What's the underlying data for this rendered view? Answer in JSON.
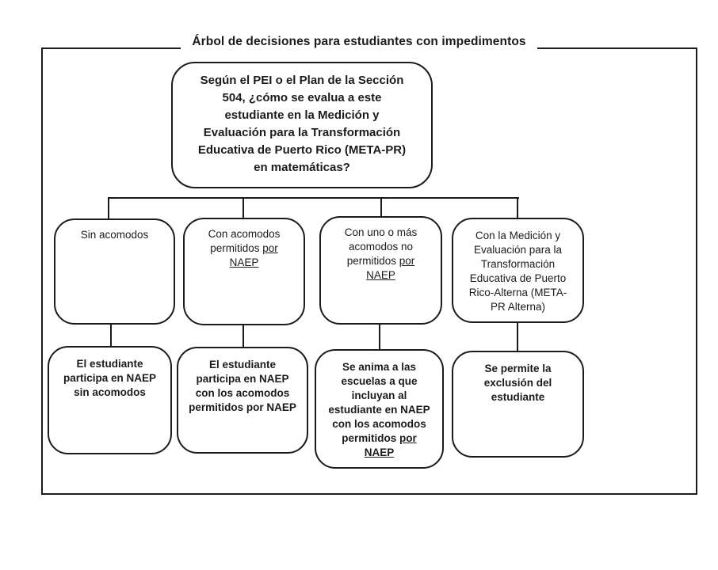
{
  "colors": {
    "background": "#ffffff",
    "line": "#1b1b1b",
    "text": "#1b1b1b"
  },
  "diagram": {
    "title": "Árbol de decisiones para estudiantes con impedimentos",
    "root": {
      "line1": "Según el PEI o el Plan de la Sección",
      "line2": "504, ¿cómo se evalua a este",
      "line3": "estudiante en la Medición y",
      "line4": "Evaluación para la Transformación",
      "line5": "Educativa de Puerto Rico (META-PR)",
      "line6": "en matemáticas?"
    },
    "options": {
      "sin_acomodos": {
        "line1": "Sin acomodos"
      },
      "con_acomodos": {
        "line1": "Con acomodos",
        "line2_pre": "permitidos ",
        "line2_u": "por",
        "line3_u": "NAEP"
      },
      "acomodos_no_permitidos": {
        "line1": "Con uno o más",
        "line2": "acomodos no",
        "line3_pre": "permitidos ",
        "line3_u": "por",
        "line4_u": "NAEP"
      },
      "meta_pr_alterna": {
        "line1": "Con la Medición y",
        "line2": "Evaluación para la",
        "line3": "Transformación",
        "line4": "Educativa de Puerto",
        "line5": "Rico-Alterna (META-",
        "line6": "PR Alterna)"
      }
    },
    "outcomes": {
      "participa_sin_acomodos": {
        "line1": "El estudiante",
        "line2": "participa en NAEP",
        "line3": "sin acomodos"
      },
      "participa_con_acomodos": {
        "line1": "El estudiante",
        "line2": "participa en NAEP",
        "line3": "con los acomodos",
        "line4": "permitidos por NAEP"
      },
      "se_anima_incluir": {
        "line1": "Se anima a las",
        "line2": "escuelas a que",
        "line3": "incluyan al",
        "line4": "estudiante en NAEP",
        "line5": "con los acomodos",
        "line6_pre": "permitidos ",
        "line6_u": "por",
        "line7_u": "NAEP"
      },
      "exclusion": {
        "line1": "Se permite la",
        "line2": "exclusión del",
        "line3": "estudiante"
      }
    }
  }
}
